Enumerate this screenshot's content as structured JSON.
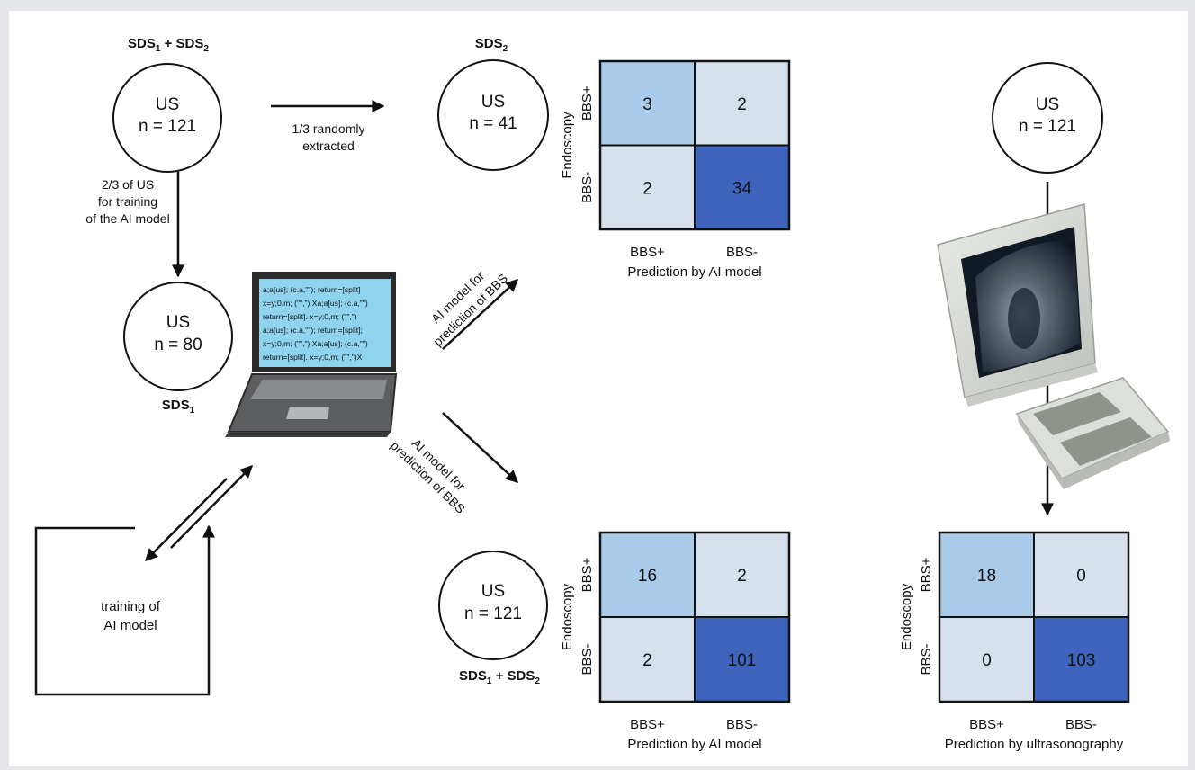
{
  "top_left_node": {
    "title": "SDS",
    "sub1": "1",
    "plus": " + SDS",
    "sub2": "2",
    "line1": "US",
    "line2": "n = 121"
  },
  "sds2_node": {
    "title": "SDS",
    "sub": "2",
    "line1": "US",
    "line2": "n = 41"
  },
  "sds1_node": {
    "title": "SDS",
    "sub": "1",
    "line1": "US",
    "line2": "n = 80"
  },
  "bottom_node": {
    "title": "SDS",
    "sub1": "1",
    "plus": " + SDS",
    "sub2": "2",
    "line1": "US",
    "line2": "n = 121"
  },
  "right_node": {
    "line1": "US",
    "line2": "n = 121"
  },
  "arrow_labels": {
    "random_1": "1/3 randomly",
    "random_2": "extracted",
    "train_1": "2/3 of US",
    "train_2": "for training",
    "train_3": "of the AI model",
    "ai_top_1": "AI model for",
    "ai_top_2": "prediction of BBS",
    "ai_bottom_1": "AI model for",
    "ai_bottom_2": "prediction of BBS"
  },
  "training_box": {
    "line1": "training of",
    "line2": "AI model"
  },
  "code_lines": [
    "a;a[us]; (c.a,\"\"); return=[split]",
    "x=y;0,m; (\"\",\") Xa;a[us]; (c.a,\"\")",
    "return=[split]. x=y;0,m; (\"\",\")",
    "a;a[us]; (c.a,\"\"); return=[split];",
    "x=y;0,m; (\"\",\") Xa;a[us]; (c.a,\"\")",
    "return=[split]. x=y;0,m; (\"\",\")X"
  ],
  "matrices": [
    {
      "cells": [
        "3",
        "2",
        "2",
        "34"
      ],
      "ylabel": "Endoscopy",
      "row_labels": [
        "BBS+",
        "BBS-"
      ],
      "col_labels": [
        "BBS+",
        "BBS-"
      ],
      "xlabel": "Prediction by AI model"
    },
    {
      "cells": [
        "16",
        "2",
        "2",
        "101"
      ],
      "ylabel": "Endoscopy",
      "row_labels": [
        "BBS+",
        "BBS-"
      ],
      "col_labels": [
        "BBS+",
        "BBS-"
      ],
      "xlabel": "Prediction by AI model"
    },
    {
      "cells": [
        "18",
        "0",
        "0",
        "103"
      ],
      "ylabel": "Endoscopy",
      "row_labels": [
        "BBS+",
        "BBS-"
      ],
      "col_labels": [
        "BBS+",
        "BBS-"
      ],
      "xlabel": "Prediction by ultrasonography"
    }
  ],
  "colors": {
    "tp_cell": "#a9cbe9",
    "fp_cell": "#d6dfec",
    "tn_cell": "#3e64bb",
    "code_screen": "#8fd3ef"
  }
}
